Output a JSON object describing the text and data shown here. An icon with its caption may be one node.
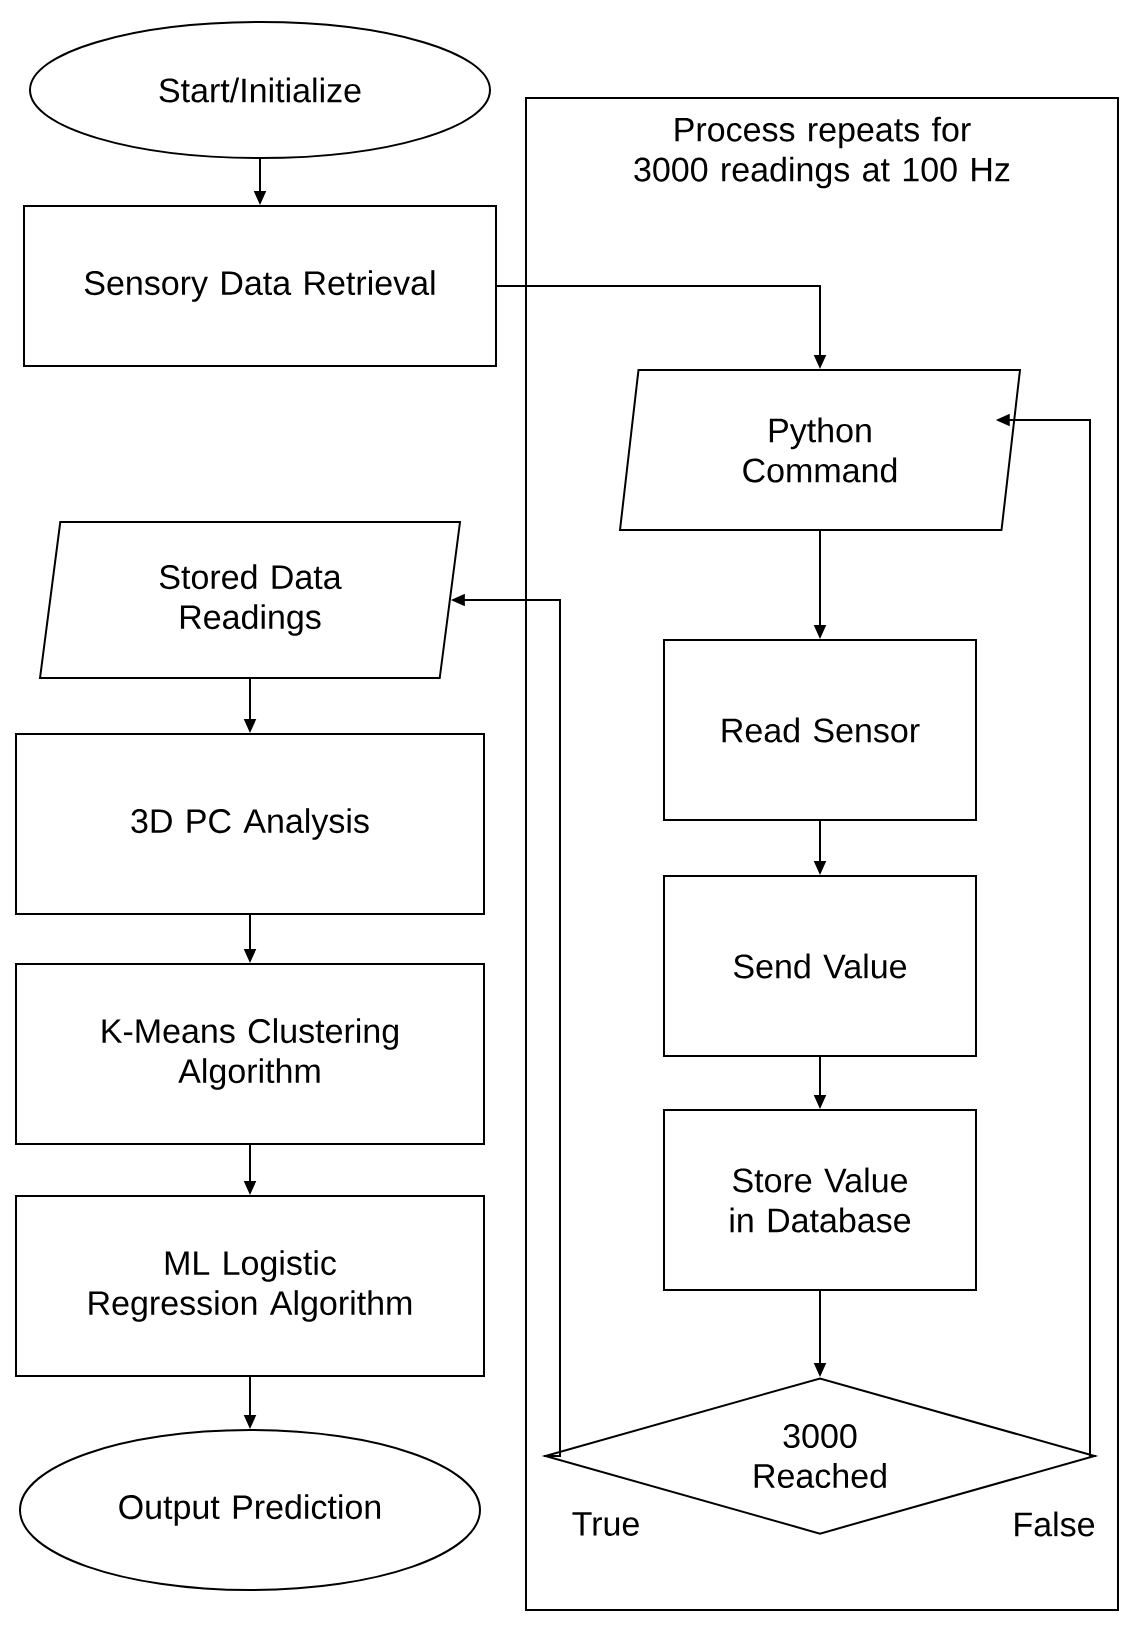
{
  "diagram": {
    "nodes": [
      {
        "text": [
          "Start/Initialize"
        ]
      },
      {
        "text": [
          "Sensory Data Retrieval"
        ]
      },
      {
        "text": [
          "Process repeats for 3000 readings at 100 Hz"
        ]
      },
      {
        "text": [
          "Python Command"
        ],
        "in": 2
      },
      {
        "text": [
          "Stored Data Readings"
        ]
      },
      {
        "text": [
          "Read Sensor"
        ],
        "in": 2
      },
      {
        "text": [
          "3D PC Analysis"
        ]
      },
      {
        "text": [
          "Send Value"
        ],
        "in": 2
      },
      {
        "text": [
          "K-Means Clustering Algorithm"
        ]
      },
      {
        "text": [
          "Store Value in Database"
        ],
        "in": 2
      },
      {
        "text": [
          "ML Logistic Regression Algorithm"
        ]
      },
      {
        "text": [
          "3000 Reached"
        ],
        "in": 2
      },
      {
        "text": [
          "Output Prediction"
        ]
      }
    ],
    "edges": [
      {
        "from": 0,
        "to": 1,
        "arrow": "to"
      },
      {
        "from": 1,
        "to": 3,
        "arrow": "to"
      },
      {
        "from": 3,
        "to": 5,
        "arrow": "to"
      },
      {
        "from": 5,
        "to": 7,
        "arrow": "to"
      },
      {
        "from": 7,
        "to": 9,
        "arrow": "to"
      },
      {
        "from": 9,
        "to": 11,
        "arrow": "to"
      },
      {
        "from": 11,
        "to": 4,
        "arrow": "to",
        "label": "True"
      },
      {
        "from": 11,
        "to": 3,
        "arrow": "to",
        "label": "False"
      },
      {
        "from": 4,
        "to": 6,
        "arrow": "to"
      },
      {
        "from": 6,
        "to": 8,
        "arrow": "to"
      },
      {
        "from": 8,
        "to": 10,
        "arrow": "to"
      },
      {
        "from": 10,
        "to": 12,
        "arrow": "to"
      }
    ]
  }
}
